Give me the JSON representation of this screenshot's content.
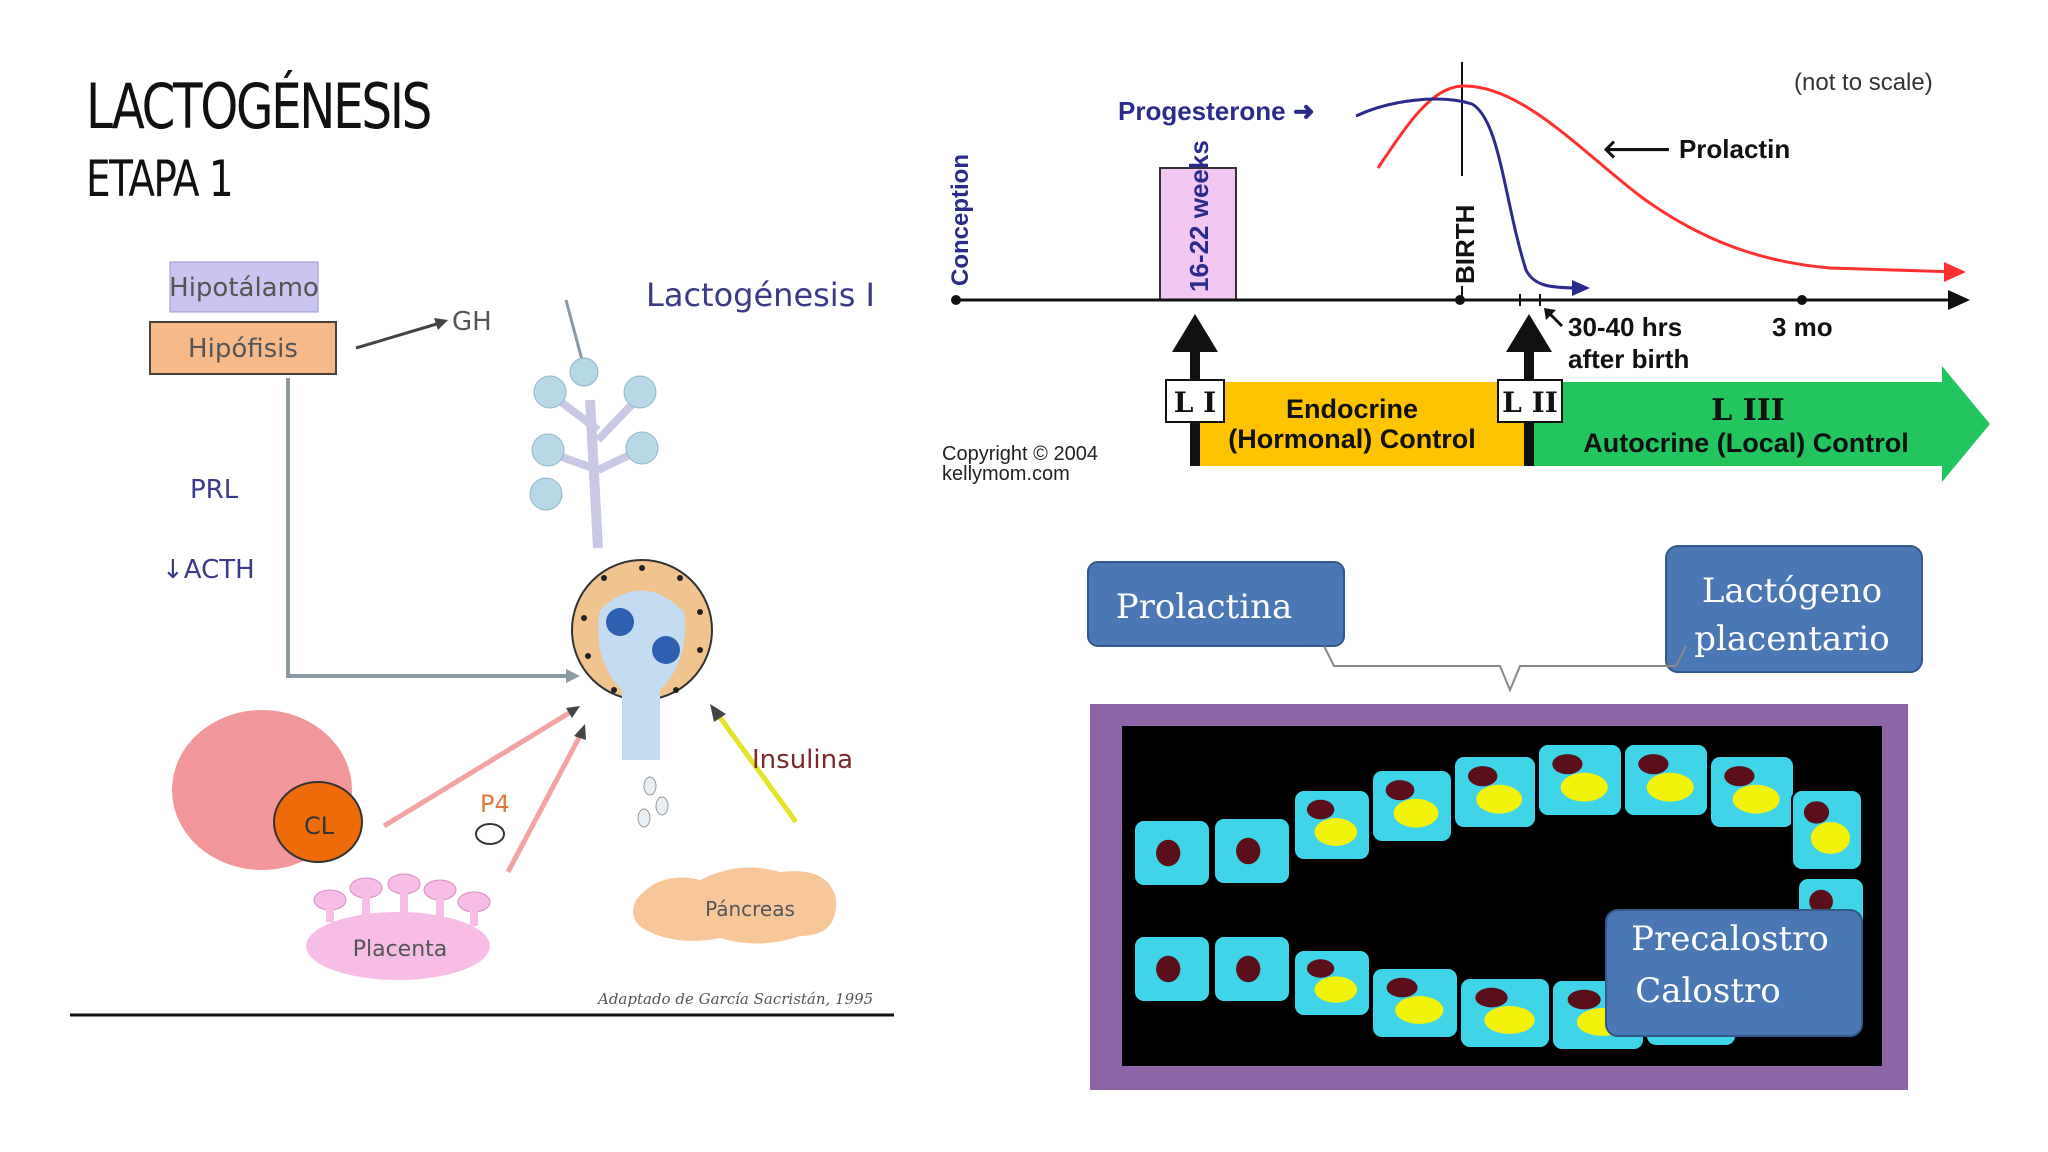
{
  "slide": {
    "title": "LACTOGÉNESIS",
    "subtitle": "ETAPA 1"
  },
  "diagram_left": {
    "hipotalamo": "Hipotálamo",
    "hipofisis": "Hipófisis",
    "gh": "GH",
    "prl": "PRL",
    "acth": "↓ACTH",
    "heading": "Lactogénesis I",
    "insulina": "Insulina",
    "p4": "P4",
    "cl": "CL",
    "placenta": "Placenta",
    "pancreas": "Páncreas",
    "credit": "Adaptado de García Sacristán, 1995"
  },
  "timeline": {
    "not_to_scale": "(not to scale)",
    "conception": "Conception",
    "weeks": "16-22 weeks",
    "birth": "BIRTH",
    "progesterone": "Progesterone ➜",
    "prolactin": "🡐 Prolactin",
    "hrs_line1": "30-40 hrs",
    "hrs_line2": "after birth",
    "three_mo": "3 mo",
    "li": "L I",
    "lii": "L II",
    "endocrine_line1": "Endocrine",
    "endocrine_line2": "(Hormonal) Control",
    "liii": "L III",
    "autocrine": "Autocrine (Local) Control",
    "copyright_line1": "Copyright © 2004",
    "copyright_line2": "kellymom.com",
    "colors": {
      "progesterone": "#2b2b8c",
      "prolactin": "#ff3030",
      "endocrine": "#ffc400",
      "autocrine": "#22c55e",
      "weeks_band": "#f3c6f3"
    }
  },
  "diagram_bottom": {
    "box1": "Prolactina",
    "box2_line1": "Lactógeno",
    "box2_line2": "placentario",
    "box3_line1": "Precalostro",
    "box3_line2": "Calostro",
    "colors": {
      "box": "#4a78b5",
      "frame": "#8d65a6",
      "cell": "#40d4e8",
      "nucleus": "#5a0f1a",
      "vacuole": "#f2f20a"
    }
  }
}
